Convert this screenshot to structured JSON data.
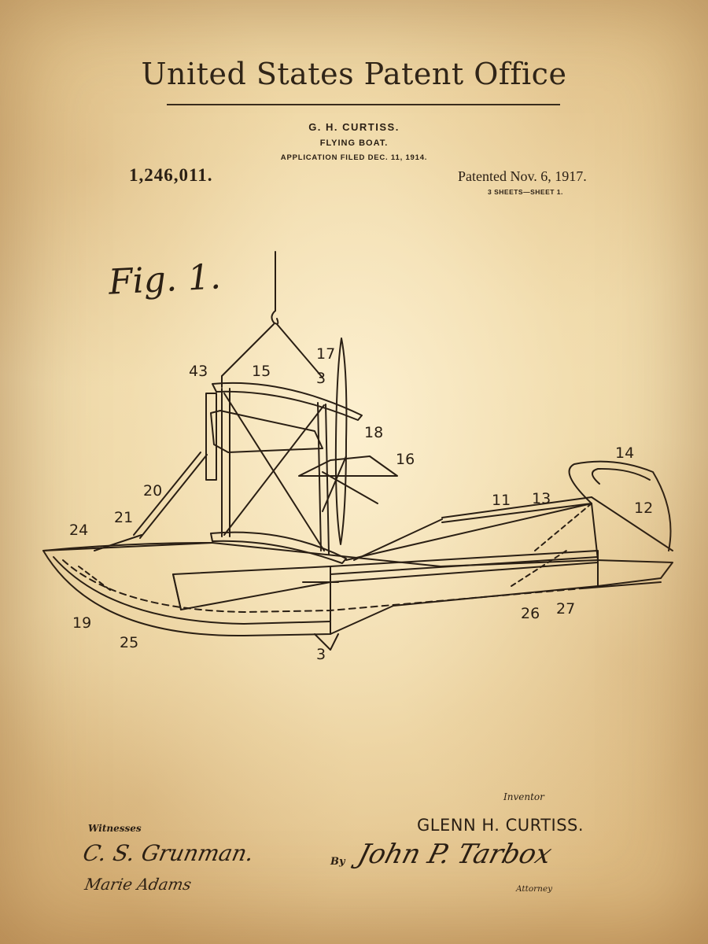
{
  "header": {
    "office": "United States Patent Office",
    "inventor_short": "G. H. CURTISS.",
    "invention_title": "FLYING BOAT.",
    "application": "APPLICATION FILED DEC. 11, 1914.",
    "patent_number": "1,246,011.",
    "patented_date": "Patented Nov. 6, 1917.",
    "sheets": "3 SHEETS—SHEET 1."
  },
  "figure": {
    "label": "Fig. 1.",
    "callouts": [
      "43",
      "15",
      "17",
      "3",
      "18",
      "16",
      "20",
      "21",
      "24",
      "19",
      "25",
      "3",
      "11",
      "13",
      "14",
      "12",
      "26",
      "27"
    ]
  },
  "footer": {
    "witnesses_label": "Witnesses",
    "witness_1": "C. S. Grunman.",
    "witness_2": "Marie Adams",
    "inventor_label": "Inventor",
    "inventor_name": "GLENN H. CURTISS.",
    "by_label": "By",
    "attorney_signature": "John P. Tarbox",
    "attorney_label": "Attorney"
  },
  "colors": {
    "paper": "#ecd6a3",
    "ink": "#2a1f14"
  }
}
